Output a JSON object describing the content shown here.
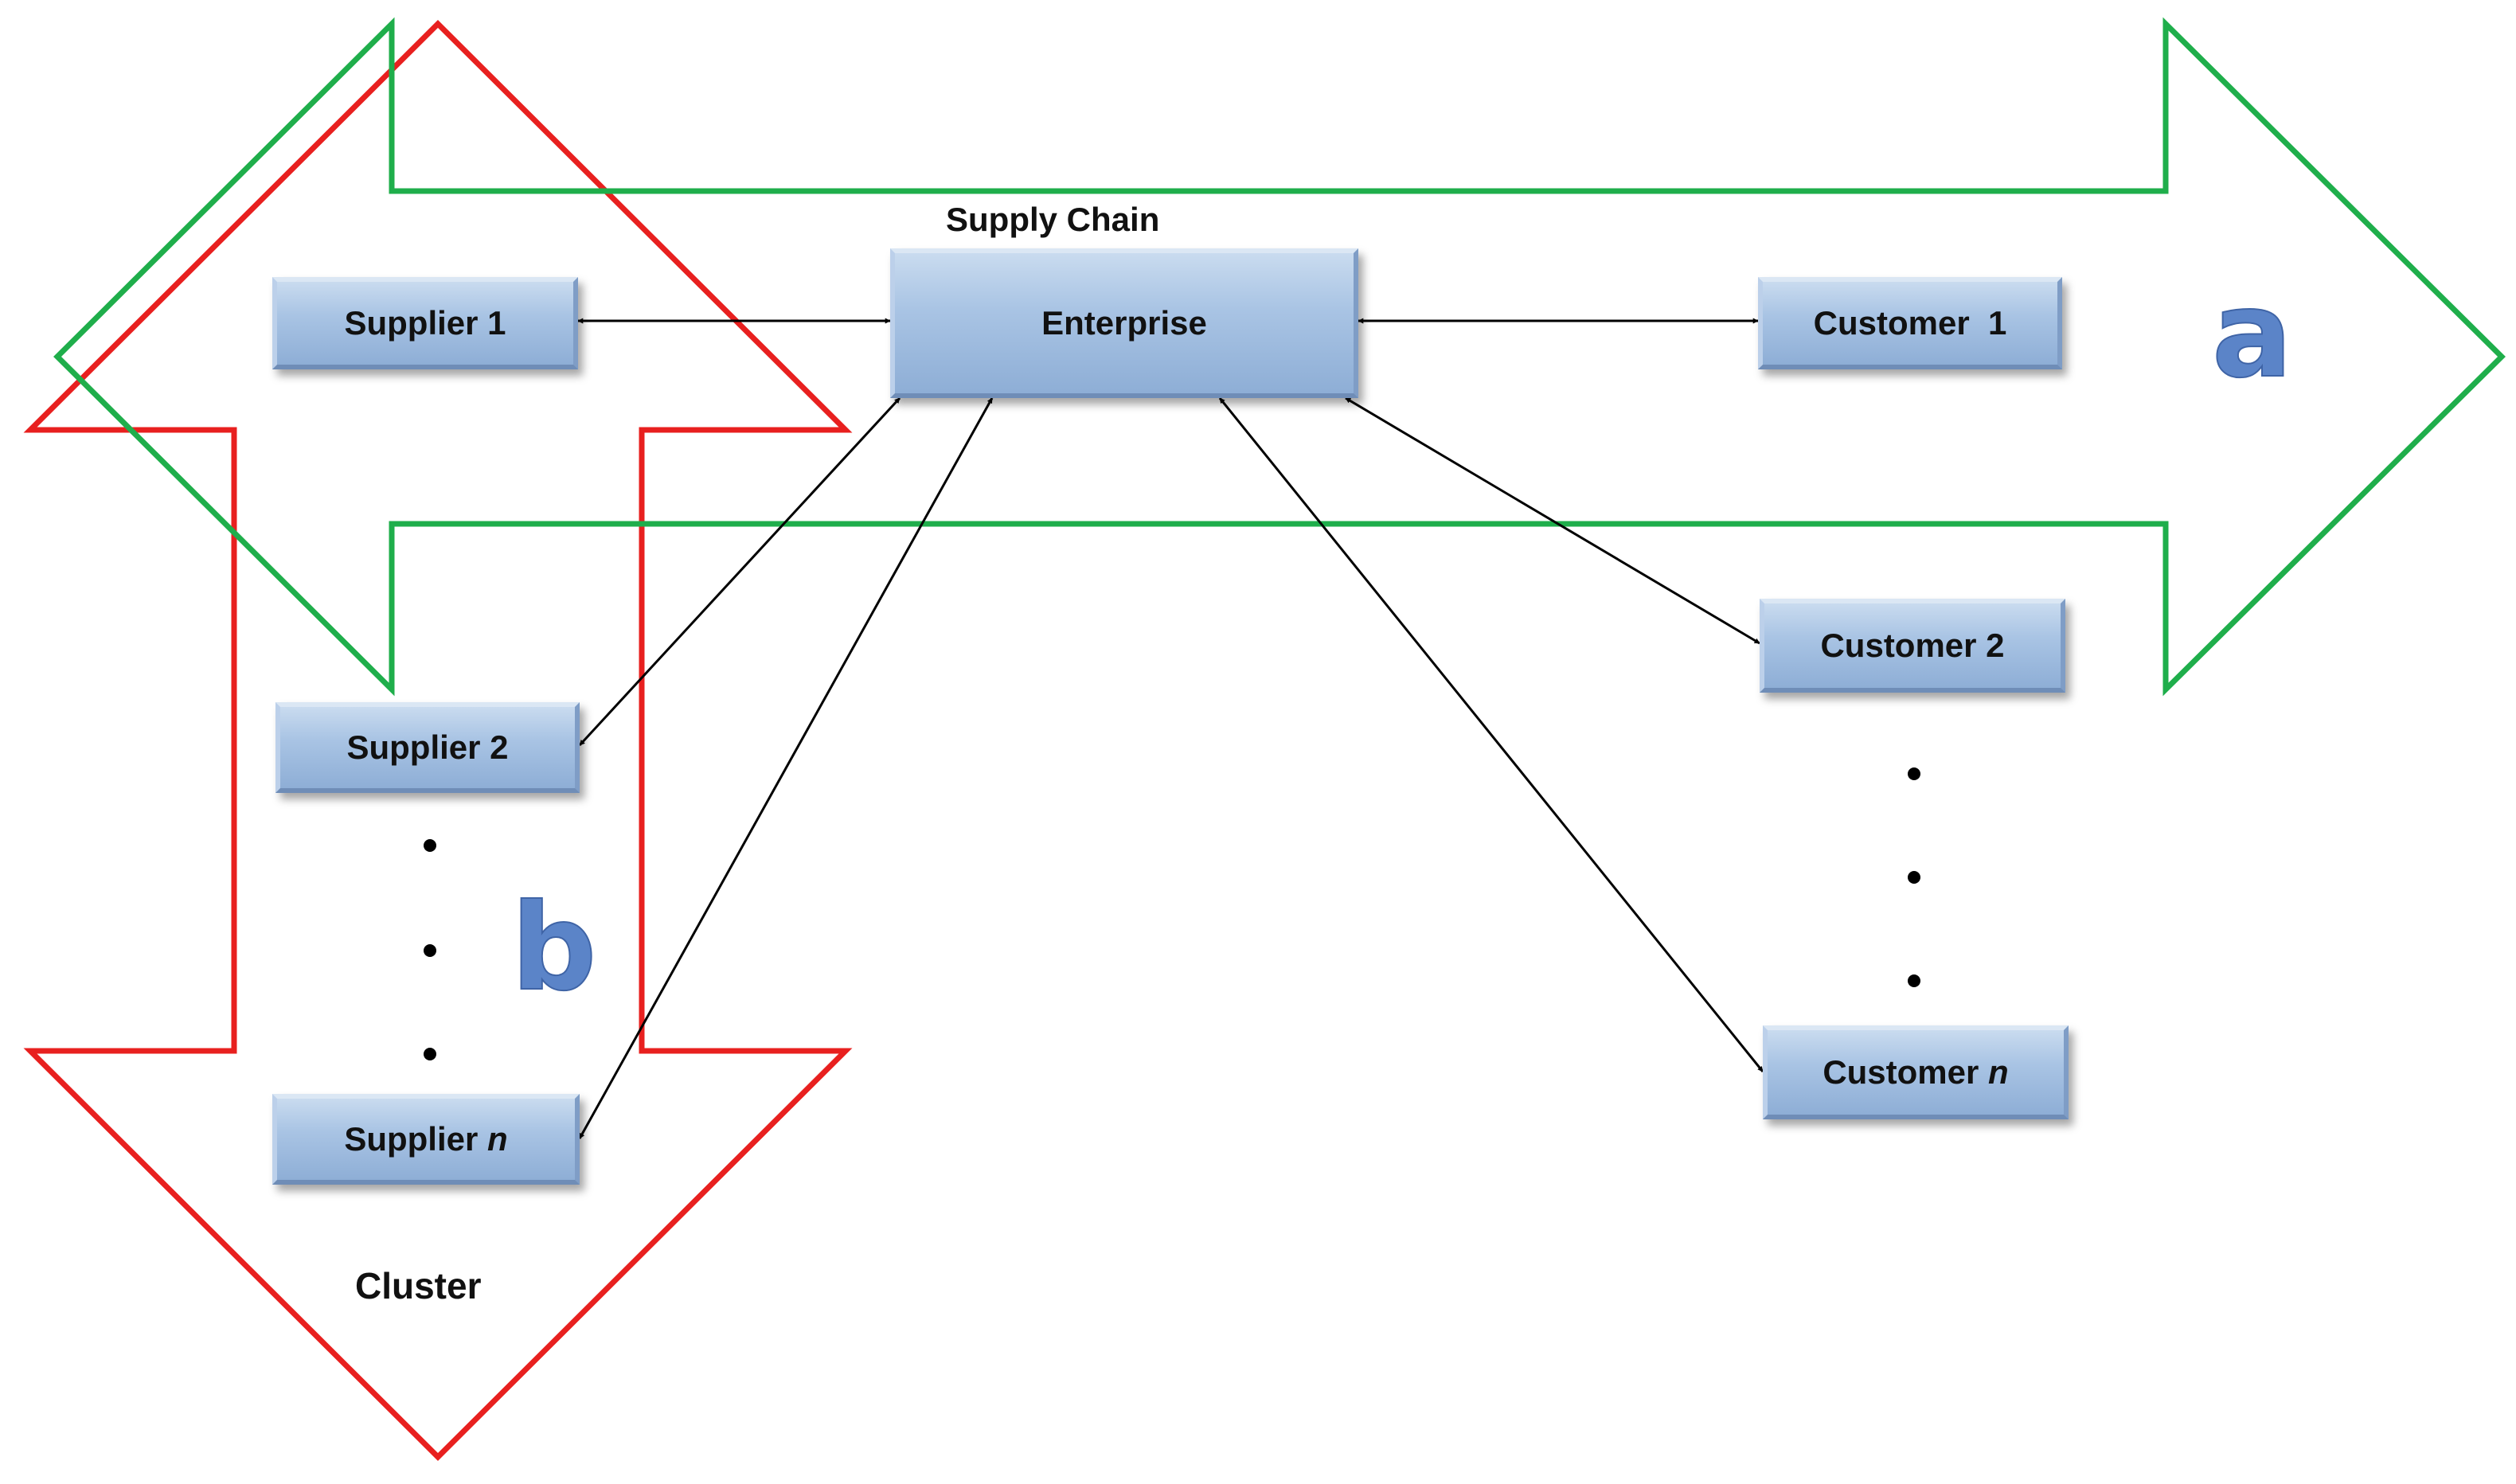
{
  "diagram": {
    "supply_chain_label": "Supply Chain",
    "cluster_label": "Cluster",
    "marker_a": "a",
    "marker_b": "b",
    "nodes": {
      "enterprise": "Enterprise",
      "supplier_1": "Supplier 1",
      "supplier_2": "Supplier 2",
      "supplier_n_prefix": "Supplier ",
      "supplier_n_suffix": "n",
      "customer_1": "Customer  1",
      "customer_2": "Customer 2",
      "customer_n_prefix": "Customer ",
      "customer_n_suffix": "n"
    },
    "colors": {
      "supply_chain_arrow": "#1fae4b",
      "cluster_arrow": "#e8201f",
      "node_fill": "#a9c4e4",
      "marker": "#5b84c8"
    },
    "connections": [
      "Supplier 1 ↔ Enterprise",
      "Supplier 2 ↔ Enterprise",
      "Supplier n ↔ Enterprise",
      "Enterprise ↔ Customer 1",
      "Enterprise ↔ Customer 2",
      "Enterprise ↔ Customer n"
    ]
  }
}
